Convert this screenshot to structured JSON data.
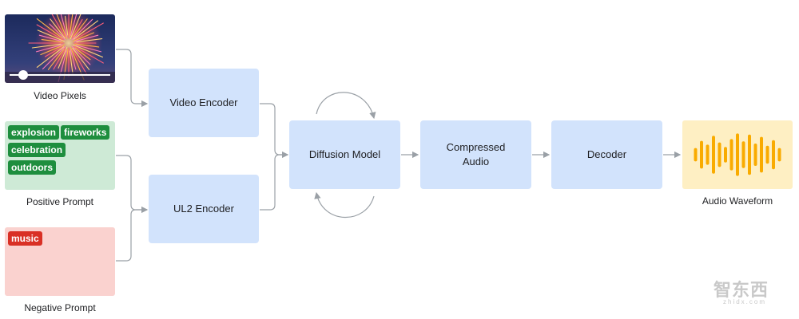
{
  "inputs": {
    "video_label": "Video Pixels",
    "positive_label": "Positive Prompt",
    "negative_label": "Negative Prompt",
    "positive_tags": [
      "explosion",
      "fireworks",
      "celebration",
      "outdoors"
    ],
    "negative_tags": [
      "music"
    ]
  },
  "blocks": {
    "video_encoder": "Video Encoder",
    "ul2_encoder": "UL2 Encoder",
    "diffusion_model": "Diffusion Model",
    "compressed_audio_line1": "Compressed",
    "compressed_audio_line2": "Audio",
    "decoder": "Decoder"
  },
  "output": {
    "label": "Audio Waveform",
    "wave_levels": [
      0.3,
      0.62,
      0.45,
      0.85,
      0.55,
      0.35,
      0.7,
      0.95,
      0.6,
      0.9,
      0.5,
      0.8,
      0.4,
      0.65,
      0.3
    ]
  },
  "watermark": {
    "text": "智东西",
    "sub": "zhidx.com"
  },
  "colors": {
    "block": "#d2e3fc",
    "wire": "#9aa0a6",
    "positive_bg": "#ceead6",
    "positive_tag": "#1e8e3e",
    "negative_bg": "#fad2cf",
    "negative_tag": "#d93025",
    "waveform_bg": "#feefc3",
    "waveform_bar": "#f9ab00"
  }
}
